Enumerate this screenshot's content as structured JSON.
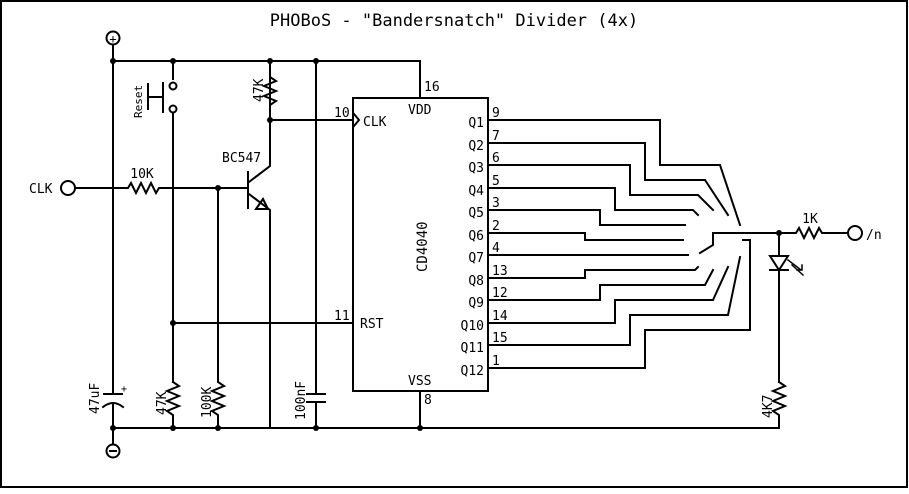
{
  "title": "PHOBoS - \"Bandersnatch\" Divider (4x)",
  "power": {
    "plus_symbol": "+",
    "minus_symbol": "−"
  },
  "input": {
    "label": "CLK"
  },
  "output": {
    "label": "/n"
  },
  "components": {
    "r_input": "10K",
    "r_pullup": "47K",
    "r_reset_pulldown": "47K",
    "r_base": "100K",
    "r_output": "1K",
    "r_led": "4K7",
    "c_bulk": "47uF",
    "c_bulk_polarity": "+",
    "c_decoupling": "100nF",
    "transistor": "BC547",
    "switch_label": "Reset",
    "ic_name": "CD4040"
  },
  "ic": {
    "left_pins": [
      {
        "pin": "10",
        "label": "CLK"
      },
      {
        "pin": "11",
        "label": "RST"
      }
    ],
    "top_pin": {
      "pin": "16",
      "label": "VDD"
    },
    "bottom_pin": {
      "pin": "8",
      "label": "VSS"
    },
    "outputs": [
      {
        "label": "Q1",
        "pin": "9"
      },
      {
        "label": "Q2",
        "pin": "7"
      },
      {
        "label": "Q3",
        "pin": "6"
      },
      {
        "label": "Q4",
        "pin": "5"
      },
      {
        "label": "Q5",
        "pin": "3"
      },
      {
        "label": "Q6",
        "pin": "2"
      },
      {
        "label": "Q7",
        "pin": "4"
      },
      {
        "label": "Q8",
        "pin": "13"
      },
      {
        "label": "Q9",
        "pin": "12"
      },
      {
        "label": "Q10",
        "pin": "14"
      },
      {
        "label": "Q11",
        "pin": "15"
      },
      {
        "label": "Q12",
        "pin": "1"
      }
    ]
  }
}
